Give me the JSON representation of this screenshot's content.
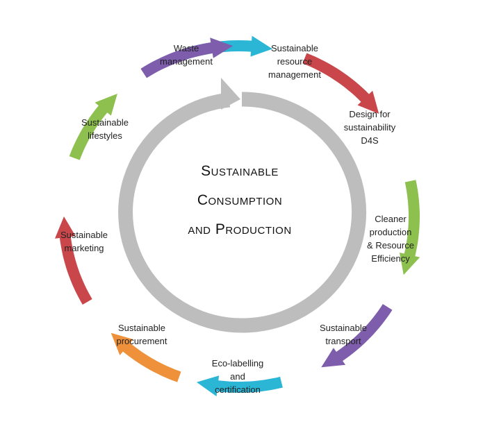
{
  "diagram": {
    "center_title": {
      "line1": "Sustainable",
      "line2": "Consumption",
      "line3": "and Production"
    },
    "center_ring_color": "#bdbdbe",
    "stages": [
      {
        "id": "waste",
        "lines": [
          "Waste",
          "management"
        ]
      },
      {
        "id": "resource",
        "lines": [
          "Sustainable",
          "resource",
          "management"
        ]
      },
      {
        "id": "design",
        "lines": [
          "Design for",
          "sustainability",
          "D4S"
        ]
      },
      {
        "id": "cleaner",
        "lines": [
          "Cleaner",
          "production",
          "& Resource",
          "Efficiency"
        ]
      },
      {
        "id": "transport",
        "lines": [
          "Sustainable",
          "transport"
        ]
      },
      {
        "id": "ecolabel",
        "lines": [
          "Eco-labelling",
          "and",
          "certification"
        ]
      },
      {
        "id": "procurement",
        "lines": [
          "Sustainable",
          "procurement"
        ]
      },
      {
        "id": "marketing",
        "lines": [
          "Sustainable",
          "marketing"
        ]
      },
      {
        "id": "lifestyles",
        "lines": [
          "Sustainable",
          "lifestyles"
        ]
      }
    ],
    "arrows": [
      {
        "from": "waste",
        "to": "resource",
        "color": "#2bb6d6",
        "icon": "arrow-icon"
      },
      {
        "from": "resource",
        "to": "design",
        "color": "#c9474a",
        "icon": "arrow-icon"
      },
      {
        "from": "design",
        "to": "cleaner",
        "color": "#8ec04f",
        "icon": "arrow-icon"
      },
      {
        "from": "cleaner",
        "to": "transport",
        "color": "#7d5dac",
        "icon": "arrow-icon"
      },
      {
        "from": "transport",
        "to": "ecolabel",
        "color": "#2bb6d6",
        "icon": "arrow-icon"
      },
      {
        "from": "ecolabel",
        "to": "procurement",
        "color": "#ee913a",
        "icon": "arrow-icon"
      },
      {
        "from": "procurement",
        "to": "marketing",
        "color": "#c9474a",
        "icon": "arrow-icon"
      },
      {
        "from": "marketing",
        "to": "lifestyles",
        "color": "#8ec04f",
        "icon": "arrow-icon"
      },
      {
        "from": "lifestyles",
        "to": "waste",
        "color": "#7d5dac",
        "icon": "arrow-icon"
      }
    ]
  }
}
